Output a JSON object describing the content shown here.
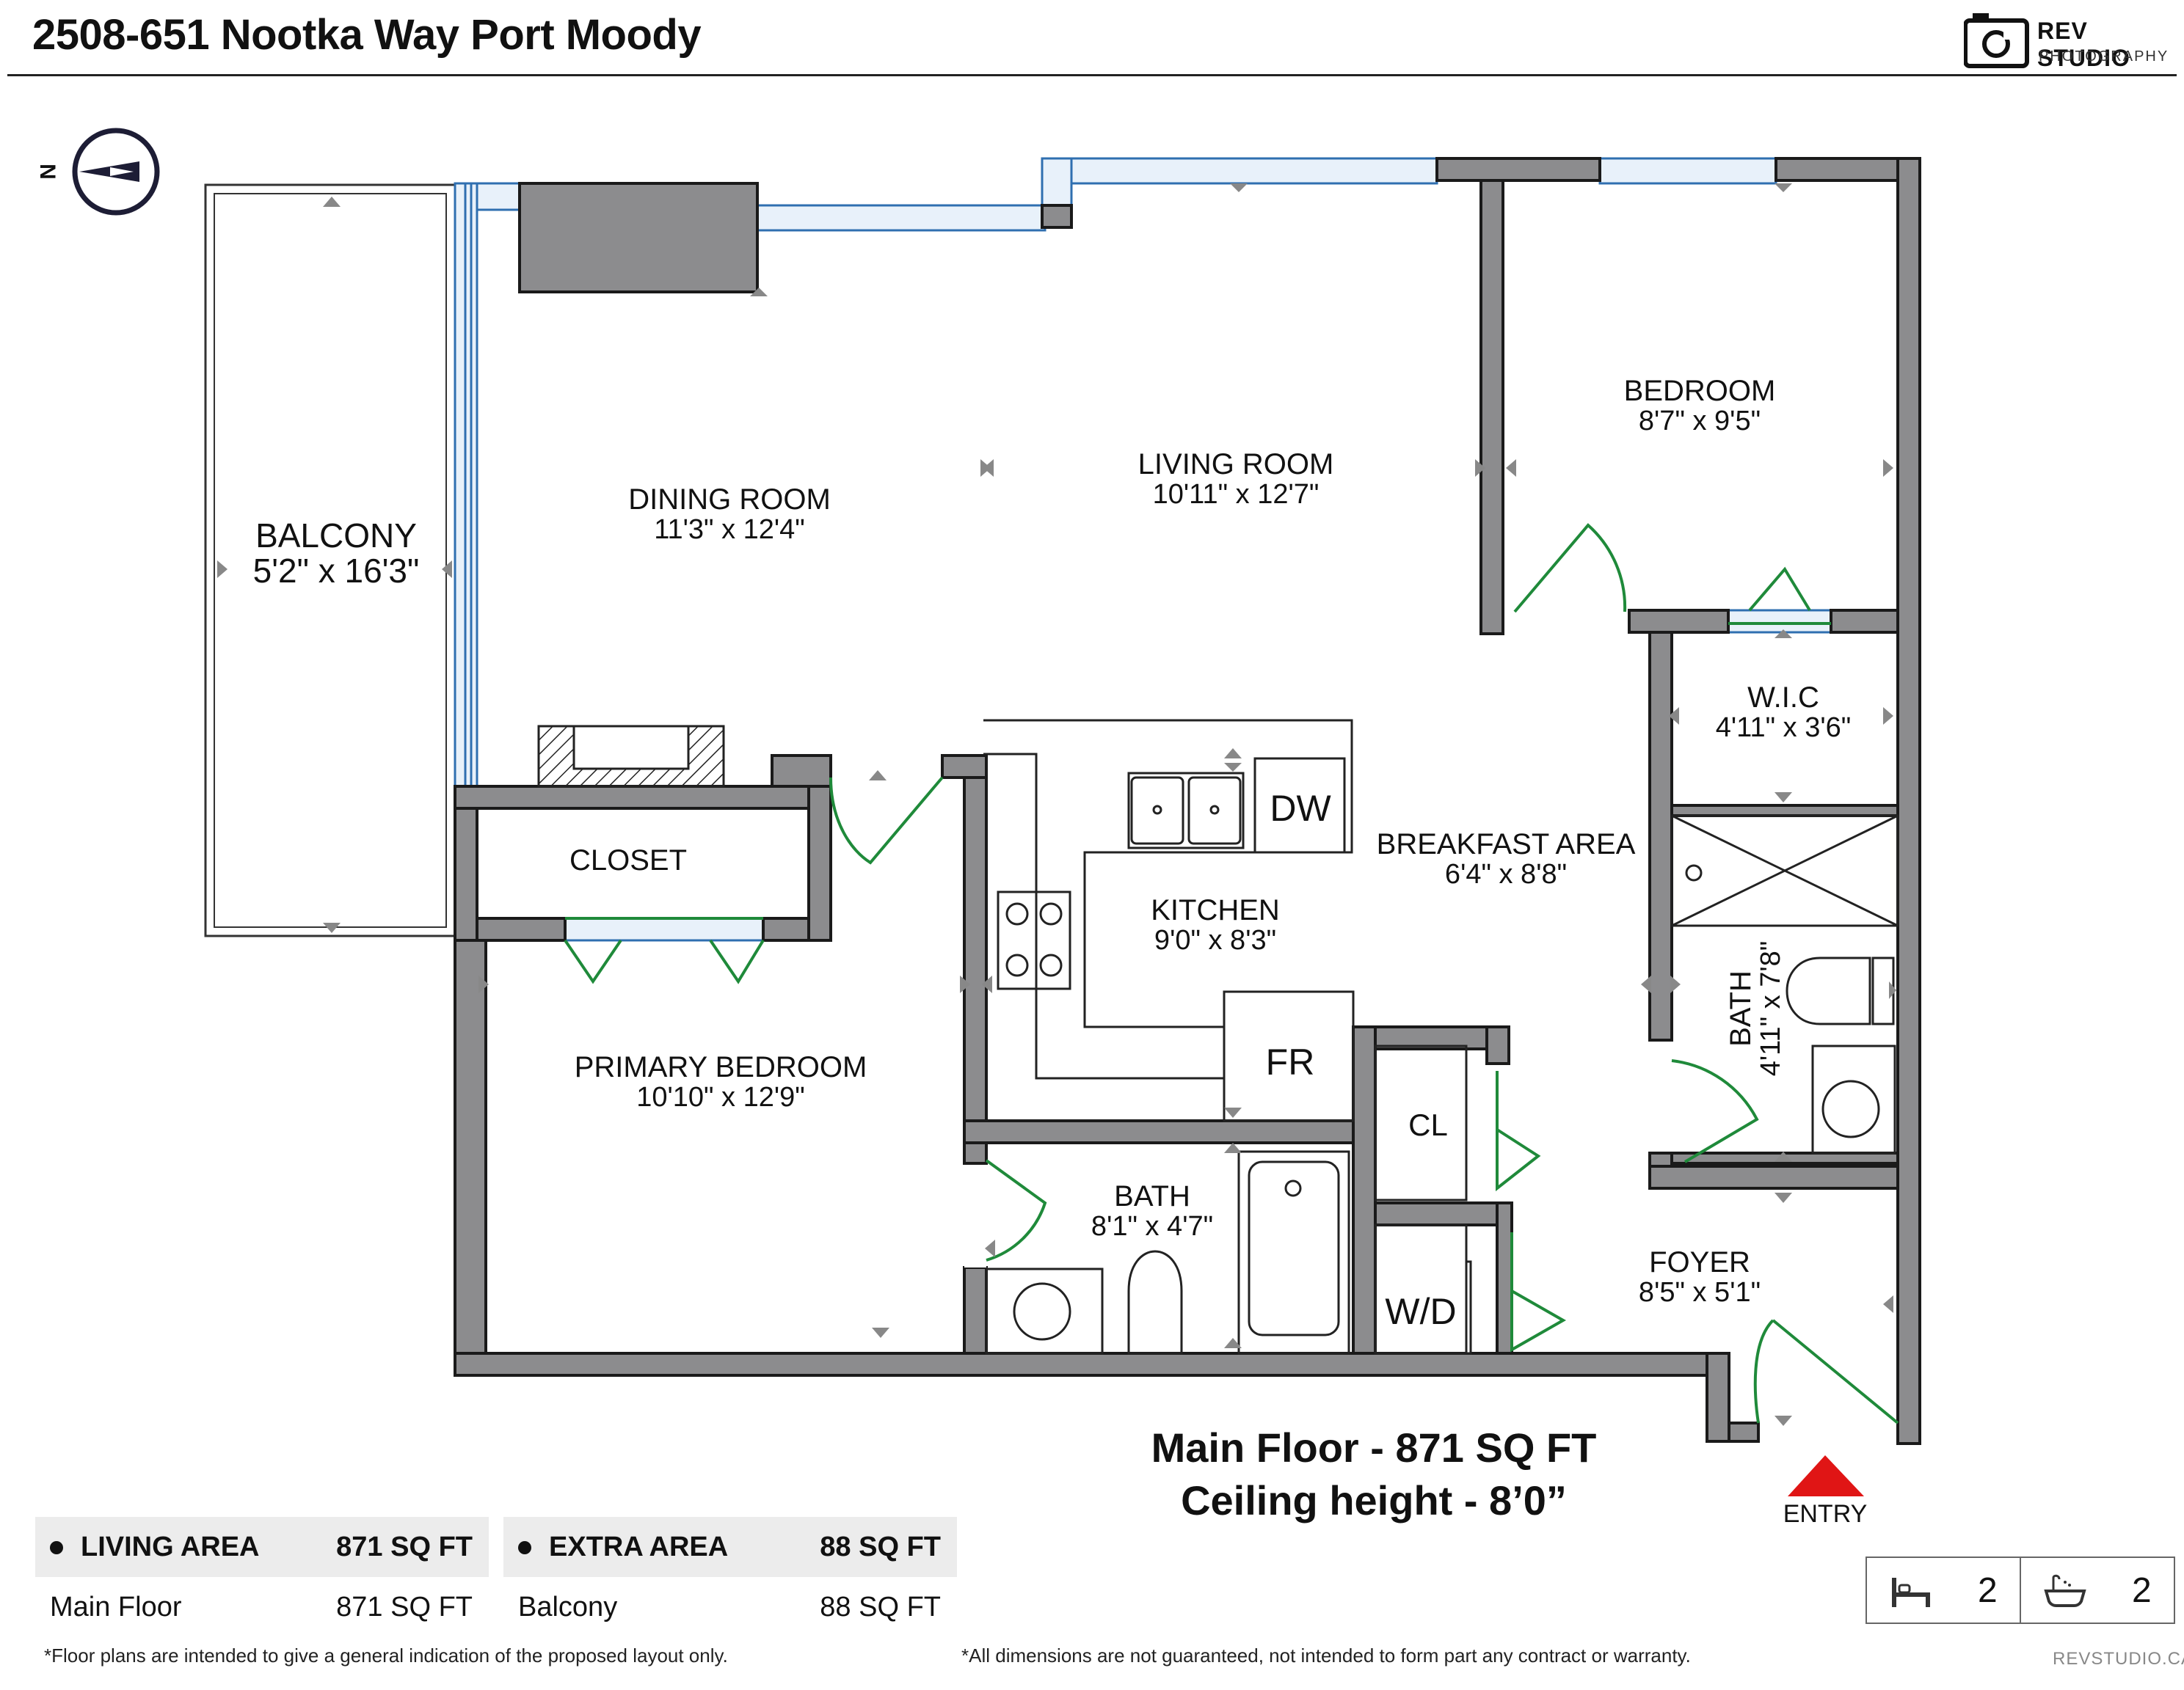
{
  "header": {
    "title": "2508-651 Nootka Way Port Moody",
    "logo_brand": "REV STUDIO",
    "logo_sub": "PHOTOGRAPHY"
  },
  "compass": {
    "label": "N"
  },
  "rooms": {
    "balcony": {
      "name": "BALCONY",
      "dims": "5'2\" x 16'3\""
    },
    "dining": {
      "name": "DINING ROOM",
      "dims": "11'3\" x 12'4\""
    },
    "living": {
      "name": "LIVING ROOM",
      "dims": "10'11\" x 12'7\""
    },
    "bedroom": {
      "name": "BEDROOM",
      "dims": "8'7\" x 9'5\""
    },
    "wic": {
      "name": "W.I.C",
      "dims": "4'11\" x 3'6\""
    },
    "breakfast": {
      "name": "BREAKFAST AREA",
      "dims": "6'4\" x 8'8\""
    },
    "kitchen": {
      "name": "KITCHEN",
      "dims": "9'0\" x 8'3\""
    },
    "closet": {
      "name": "CLOSET"
    },
    "primary": {
      "name": "PRIMARY BEDROOM",
      "dims": "10'10\" x 12'9\""
    },
    "bath_main": {
      "name": "BATH",
      "dims": "8'1\" x 4'7\""
    },
    "bath_ensuite": {
      "name": "BATH",
      "dims": "4'11\" x 7'8\""
    },
    "foyer": {
      "name": "FOYER",
      "dims": "8'5\" x 5'1\""
    }
  },
  "fixtures": {
    "dw": "DW",
    "fr": "FR",
    "cl": "CL",
    "wd": "W/D"
  },
  "summary": {
    "line1": "Main Floor - 871 SQ FT",
    "line2": "Ceiling height - 8’0”",
    "entry": "ENTRY"
  },
  "living_area": {
    "header_label": "LIVING AREA",
    "header_value": "871 SQ FT",
    "row_label": "Main Floor",
    "row_value": "871 SQ FT"
  },
  "extra_area": {
    "header_label": "EXTRA AREA",
    "header_value": "88 SQ FT",
    "row_label": "Balcony",
    "row_value": "88 SQ FT"
  },
  "stats": {
    "bedrooms": "2",
    "bathrooms": "2",
    "bed_icon": "bed-icon",
    "bath_icon": "bathtub-icon"
  },
  "footer": {
    "disclaimer_left": "*Floor plans are intended to give a general indication of the proposed layout only.",
    "disclaimer_right": "*All dimensions are not guaranteed, not intended to form part any contract or warranty.",
    "website": "REVSTUDIO.CA"
  },
  "colors": {
    "wall": "#8c8c8e",
    "wall_outline": "#1a1a1a",
    "window": "#2f6fb0",
    "door": "#1f8a3a",
    "entry_arrow": "#e01515",
    "fixture_fill": "#8c8c8e"
  }
}
